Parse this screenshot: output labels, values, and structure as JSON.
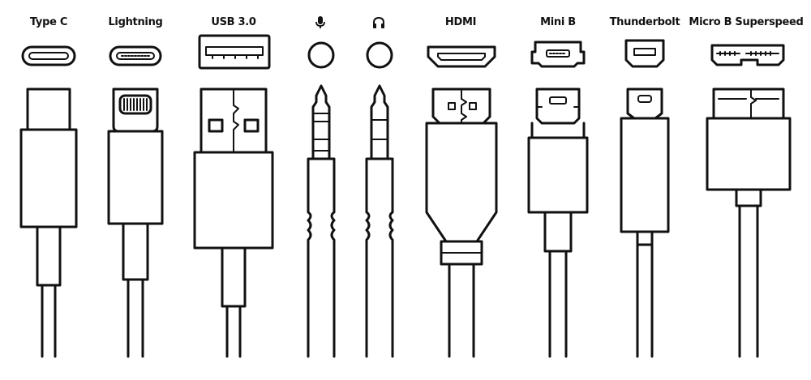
{
  "connectors": [
    {
      "id": "type-c",
      "label": "Type C"
    },
    {
      "id": "lightning",
      "label": "Lightning"
    },
    {
      "id": "usb3",
      "label": "USB 3.0"
    },
    {
      "id": "mic-jack",
      "icon": "microphone-icon"
    },
    {
      "id": "headphone-jack",
      "icon": "headphones-icon"
    },
    {
      "id": "hdmi",
      "label": "HDMI"
    },
    {
      "id": "mini-b",
      "label": "Mini B"
    },
    {
      "id": "thunderbolt",
      "label": "Thunderbolt"
    },
    {
      "id": "micro-b-ss",
      "label": "Micro B Superspeed"
    }
  ],
  "colors": {
    "ink": "#111111",
    "background": "#ffffff"
  }
}
